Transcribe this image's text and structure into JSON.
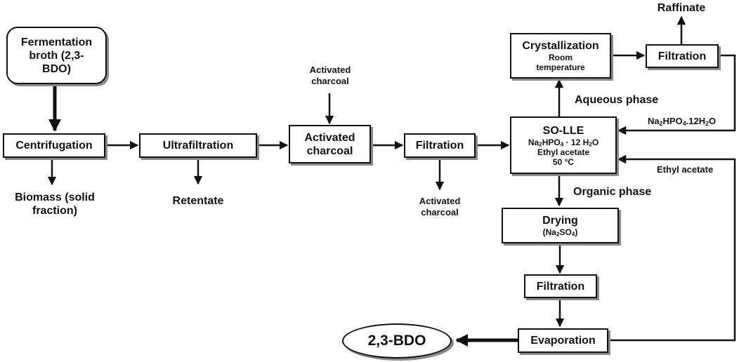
{
  "diagram": {
    "fermentation_broth": "Fermentation broth (2,3-BDO)",
    "centrifugation": "Centrifugation",
    "biomass": "Biomass (solid fraction)",
    "ultrafiltration": "Ultrafiltration",
    "retentate": "Retentate",
    "activated_charcoal_input": "Activated charcoal",
    "activated_charcoal_step": "Activated charcoal",
    "filtration_1": "Filtration",
    "activated_charcoal_output": "Activated charcoal",
    "so_lle": {
      "title": "SO-LLE",
      "salt": "Na2HPO4 · 12 H2O",
      "solvent": "Ethyl acetate",
      "temperature": "50 °C"
    },
    "crystallization": {
      "title": "Crystallization",
      "condition": "Room temperature"
    },
    "filtration_top": "Filtration",
    "raffinate": "Raffinate",
    "aqueous_phase": "Aqueous phase",
    "salt_recycle": "Na2HPO4.12H2O",
    "ethyl_acetate_recycle": "Ethyl acetate",
    "organic_phase": "Organic phase",
    "drying": {
      "title": "Drying",
      "agent": "(Na2SO4)"
    },
    "filtration_2": "Filtration",
    "evaporation": "Evaporation",
    "product": "2,3-BDO"
  }
}
